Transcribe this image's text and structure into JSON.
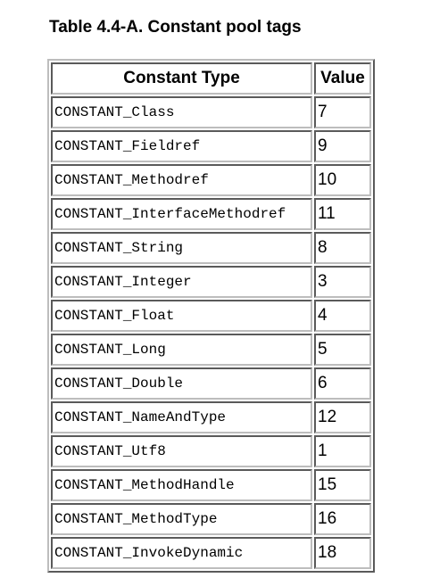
{
  "caption": "Table 4.4-A. Constant pool tags",
  "table": {
    "headers": [
      "Constant Type",
      "Value"
    ],
    "rows": [
      {
        "type": "CONSTANT_Class",
        "value": "7"
      },
      {
        "type": "CONSTANT_Fieldref",
        "value": "9"
      },
      {
        "type": "CONSTANT_Methodref",
        "value": "10"
      },
      {
        "type": "CONSTANT_InterfaceMethodref",
        "value": "11"
      },
      {
        "type": "CONSTANT_String",
        "value": "8"
      },
      {
        "type": "CONSTANT_Integer",
        "value": "3"
      },
      {
        "type": "CONSTANT_Float",
        "value": "4"
      },
      {
        "type": "CONSTANT_Long",
        "value": "5"
      },
      {
        "type": "CONSTANT_Double",
        "value": "6"
      },
      {
        "type": "CONSTANT_NameAndType",
        "value": "12"
      },
      {
        "type": "CONSTANT_Utf8",
        "value": "1"
      },
      {
        "type": "CONSTANT_MethodHandle",
        "value": "15"
      },
      {
        "type": "CONSTANT_MethodType",
        "value": "16"
      },
      {
        "type": "CONSTANT_InvokeDynamic",
        "value": "18"
      }
    ]
  }
}
